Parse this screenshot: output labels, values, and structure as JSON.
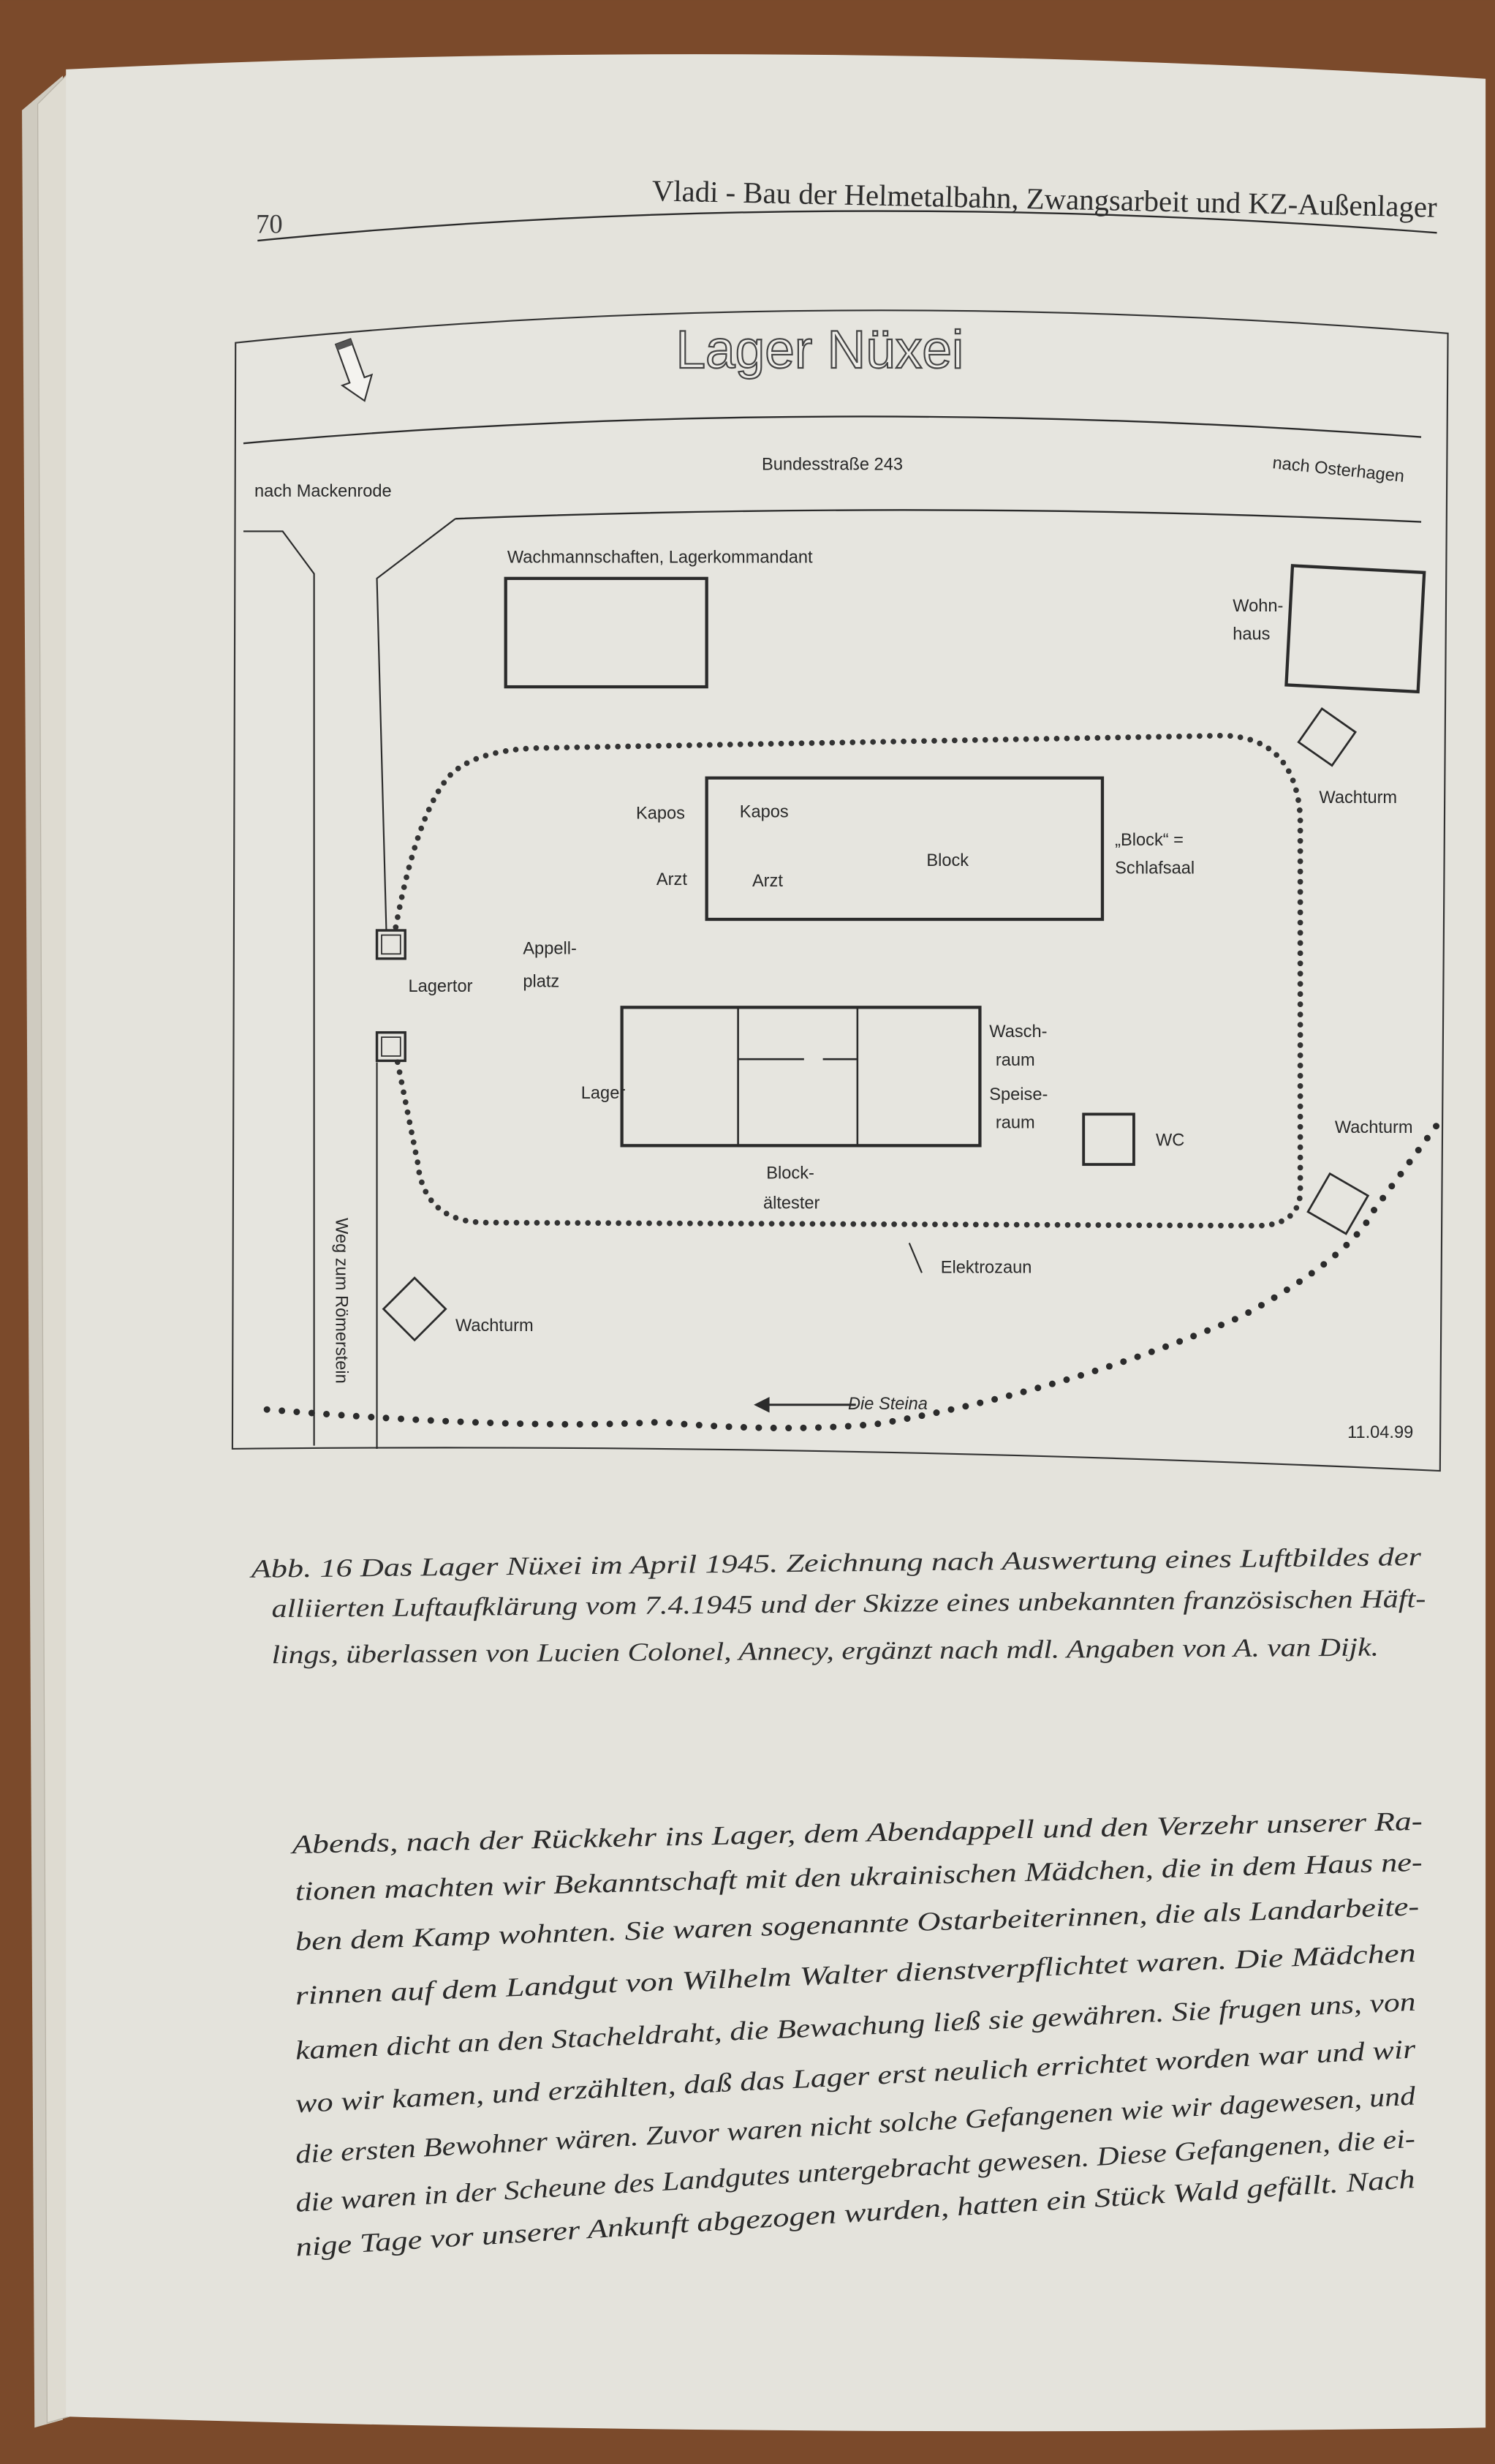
{
  "header": {
    "page_number": "70",
    "running_title": "Vladi  - Bau der Helmetalbahn, Zwangsarbeit und KZ-Außenlager"
  },
  "figure": {
    "title": "Lager Nüxei",
    "north_arrow_icon": "north-arrow-icon",
    "labels": {
      "road_left": "nach Mackenrode",
      "road_name": "Bundesstraße 243",
      "road_right": "nach Osterhagen",
      "guards": "Wachmannschaften, Lagerkommandant",
      "house_1": "Wohn-",
      "house_2": "haus",
      "watchtower": "Wachturm",
      "kapos_outer": "Kapos",
      "kapos_inner": "Kapos",
      "arzt_outer": "Arzt",
      "arzt_inner": "Arzt",
      "block": "Block",
      "block_def_1": "„Block“ =",
      "block_def_2": "Schlafsaal",
      "appell_1": "Appell-",
      "appell_2": "platz",
      "gate": "Lagertor",
      "lager": "Lager",
      "wasch_1": "Wasch-",
      "wasch_2": "raum",
      "speise_1": "Speise-",
      "speise_2": "raum",
      "wc": "WC",
      "elder_1": "Block-",
      "elder_2": "ältester",
      "fence": "Elektrozaun",
      "path": "Weg zum Römerstein",
      "river": "Die Steina",
      "date": "11.04.99"
    }
  },
  "caption": {
    "lines": [
      "Abb. 16  Das Lager Nüxei im April 1945. Zeichnung nach Auswertung eines Luftbildes der",
      "alliierten Luftaufklärung vom 7.4.1945 und der Skizze eines unbekannten französischen Häft-",
      "lings, überlassen von Lucien Colonel, Annecy, ergänzt nach mdl. Angaben von A. van Dijk."
    ]
  },
  "body_text": {
    "lines": [
      "Abends, nach der Rückkehr ins Lager, dem Abendappell und den Verzehr unserer Ra-",
      "tionen machten wir Bekanntschaft mit den ukrainischen Mädchen, die in dem Haus ne-",
      "ben dem Kamp wohnten. Sie waren sogenannte Ostarbeiterinnen, die als Landarbeite-",
      "rinnen auf dem Landgut von Wilhelm Walter dienstverpflichtet waren. Die Mädchen",
      "kamen dicht an den Stacheldraht, die Bewachung ließ sie gewähren. Sie frugen uns, von",
      "wo wir kamen, und erzählten, daß das Lager erst neulich errichtet worden war und wir",
      "die ersten Bewohner wären. Zuvor waren nicht solche Gefangenen wie wir dagewesen, und",
      "die waren in der Scheune des Landgutes untergebracht gewesen. Diese Gefangenen, die ei-",
      "nige Tage vor unserer Ankunft abgezogen wurden, hatten ein Stück Wald gefällt. Nach"
    ]
  }
}
